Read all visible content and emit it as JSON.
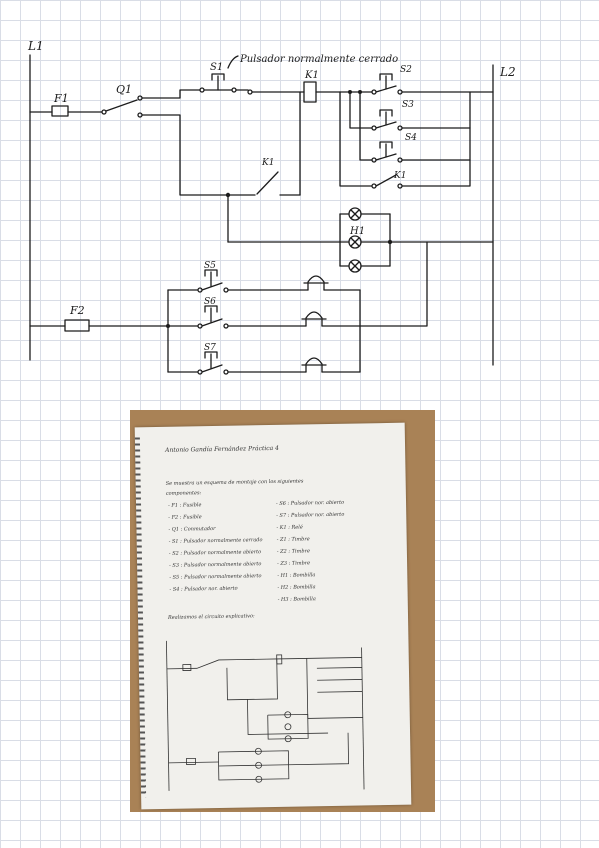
{
  "diagram": {
    "line_labels": {
      "left_top": "L1",
      "right_top": "L2"
    },
    "fuses": {
      "f1": "F1",
      "f2": "F2"
    },
    "switch_q1": "Q1",
    "pushbuttons": {
      "s1": "S1",
      "s2": "S2",
      "s3": "S3",
      "s4": "S4",
      "s5": "S5",
      "s6": "S6",
      "s7": "S7"
    },
    "relay": "K1",
    "relay_contacts": {
      "k1_parallel": "K1",
      "k1_branch": "K1"
    },
    "lamp": "H1",
    "annotation": "Pulsador normalmente cerrado"
  },
  "photo": {
    "title": "Antonio Gandía Fernández Práctica 4",
    "intro": [
      "Se muestra un esquema de montaje con los siguientes",
      "componentes:"
    ],
    "left_list": [
      "- F1 : Fusible",
      "- F2 : Fusible",
      "- Q1 : Conmutador",
      "- S1 : Pulsador normalmente cerrado",
      "- S2 : Pulsador normalmente abierto",
      "- S3 : Pulsador normalmente abierto",
      "- S5 : Pulsador normalmente abierto",
      "- S4 : Pulsador nor. abierto"
    ],
    "right_list": [
      "- S6 : Pulsador nor. abierto",
      "- S7 : Pulsador nor. abierto",
      "- K1 : Relé",
      "- Z1 : Timbre",
      "- Z2 : Timbre",
      "- Z3 : Timbre",
      "- H1 : Bombilla",
      "- H2 : Bombilla",
      "- H3 : Bombilla"
    ],
    "outro": "Realizamos el circuito explicativo:"
  }
}
